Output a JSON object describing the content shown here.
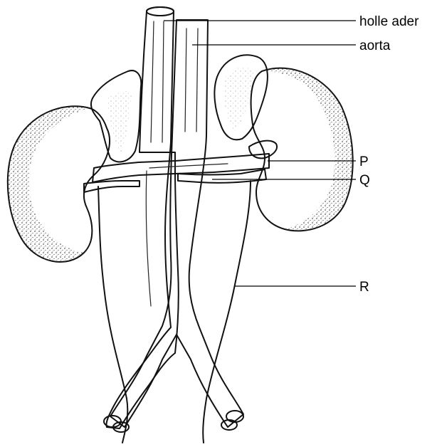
{
  "labels": {
    "vena_cava": "holle ader",
    "aorta": "aorta",
    "p": "P",
    "q": "Q",
    "r": "R"
  }
}
